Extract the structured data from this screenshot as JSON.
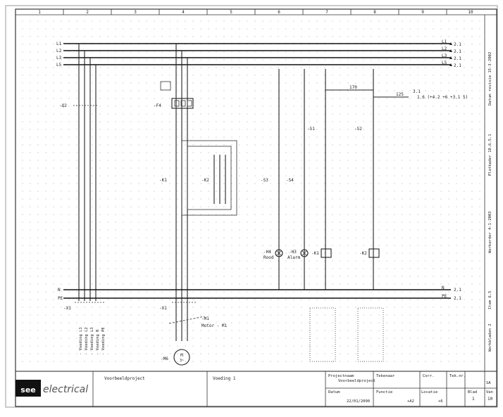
{
  "grid_columns": [
    "1",
    "2",
    "3",
    "4",
    "5",
    "6",
    "7",
    "8",
    "9",
    "10"
  ],
  "rails": {
    "top_left": [
      "L1",
      "L2",
      "L3",
      "L5"
    ],
    "top_right": [
      "L1",
      "L2",
      "L3",
      "L5"
    ],
    "refs_right": [
      "2.1",
      "2.1",
      "2.1",
      "2.1"
    ],
    "bottom_left": [
      "N",
      "PE"
    ],
    "bottom_right": [
      "N",
      "PE"
    ],
    "bottom_refs": [
      "2.1",
      "2.1"
    ]
  },
  "devices": {
    "breaker_main": "-Q2",
    "motor_protector": "-F4",
    "contactor_left": "-K1",
    "contactor_right": "-K2",
    "lamp_left": "-H4",
    "lamp_left_desc": "Rood",
    "lamp_mid": "-H3",
    "lamp_mid_desc": "Alarm",
    "coil_left": "-K1",
    "coil_right": "-K2",
    "terminal_left": "-X1",
    "terminal_motor": "-X1",
    "motor": "-M1",
    "motor_desc": "Motor - M1",
    "motor_gnd": "-M6",
    "sw_s1": "-S1",
    "sw_s2": "-S2",
    "sw_s3": "-S3",
    "sw_s4": "-S4",
    "wire_170": "170",
    "wire_125": "125",
    "xref_top": "3.1",
    "xref_right": "1.6 (+4.2 +6 +3.1 5)"
  },
  "side_text": [
    "Datum revisie   15-3-2002",
    "Plotkader  18.6.5.1",
    "Werkorder  4-1-2003",
    "Item  6.5",
    "Werkbladen  2"
  ],
  "motor_leads": [
    "- Voeding L1",
    "- Voeding L2",
    "- Voeding L3",
    "- Voeding N",
    "- Voeding PE"
  ],
  "title_block": {
    "logo_bold": "see",
    "logo_light": "electrical",
    "company": "Voorbeeldproject",
    "drawing": "Voeding 1",
    "project_label": "Projectnaam",
    "project_value": "Voorbeeldproject",
    "drawn_label": "Tekenaar",
    "drawn_value": "",
    "datum_label": "Datum",
    "datum_value": "22/01/2000",
    "functie_label": "Functie",
    "functie_value": "+A2",
    "locatie_label": "Locatie",
    "locatie_value": "+6",
    "corr_label": "Corr.",
    "tek_label": "Tek.nr.",
    "tek_value": "SA",
    "blad_label": "Blad",
    "blad_value": "1",
    "van_label": "Van",
    "van_value": "10"
  }
}
